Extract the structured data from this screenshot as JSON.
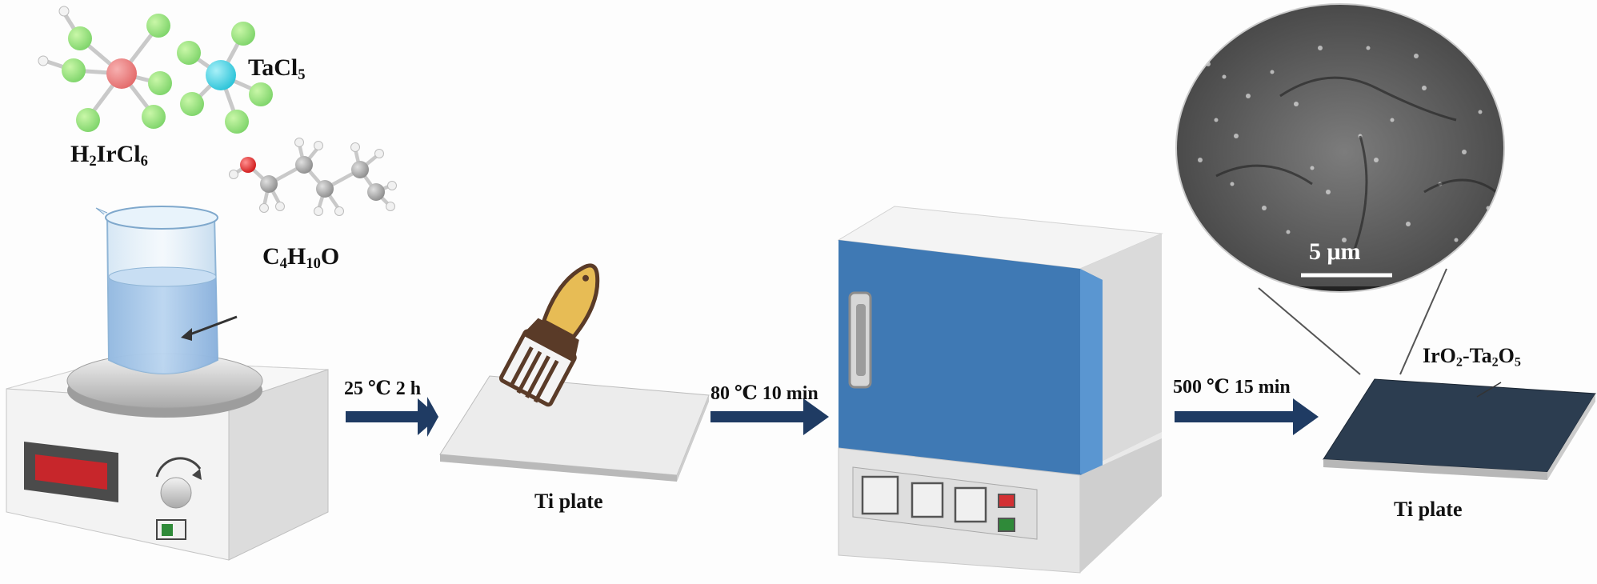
{
  "reagents": {
    "iridium_precursor": {
      "base": "H",
      "s1": "2",
      "mid": "IrCl",
      "s2": "6"
    },
    "tantalum_precursor": {
      "base": "TaCl",
      "s1": "5"
    },
    "solvent": {
      "p1": "C",
      "s1": "4",
      "p2": "H",
      "s2": "10",
      "p3": "O"
    }
  },
  "steps": {
    "stir": "25 ℃ 2 h",
    "dry": "80 ℃ 10 min",
    "anneal": "500 ℃ 15 min"
  },
  "substrate": {
    "before": "Ti plate",
    "after": "Ti plate"
  },
  "coating": {
    "a": "IrO",
    "a_sub": "2",
    "sep": "-Ta",
    "b_sub": "2",
    "c": "O",
    "c_sub": "5"
  },
  "sem_scale_bar": "5 μm",
  "colors": {
    "arrow": "#1f3b63",
    "furnace_blue": "#3f79b4",
    "beaker_liquid": "#a9c8e8",
    "coated_plate": "#2c3d50",
    "brush_handle": "#e7bc55"
  }
}
